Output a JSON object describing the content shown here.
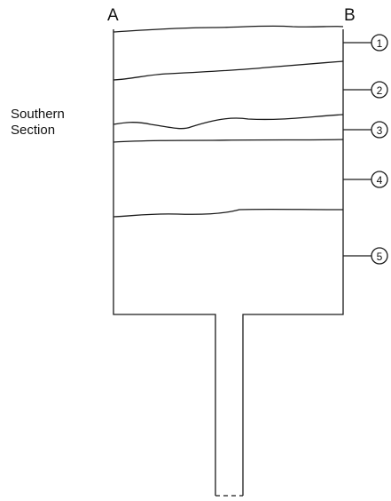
{
  "corner_labels": {
    "left": "A",
    "right": "B"
  },
  "section_label": {
    "line1": "Southern",
    "line2": "Section"
  },
  "layers": [
    {
      "number": "1"
    },
    {
      "number": "2"
    },
    {
      "number": "3"
    },
    {
      "number": "4"
    },
    {
      "number": "5"
    }
  ],
  "colors": {
    "line": "#1a1a1a",
    "background": "#ffffff"
  }
}
